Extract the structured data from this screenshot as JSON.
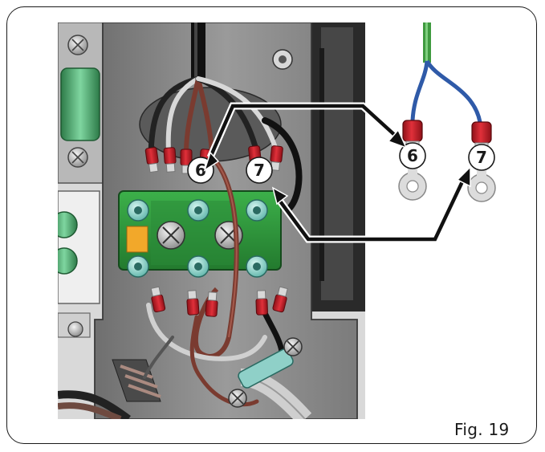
{
  "figure": {
    "label": "Fig. 19"
  },
  "callouts": {
    "terminal_left": "6",
    "terminal_right": "7",
    "wire_left": "6",
    "wire_right": "7"
  },
  "colors": {
    "terminal_block": "#2e9a3c",
    "ring_terminal": "#c8202a",
    "cable_brown": "#7a3b30",
    "cable_blue": "#2f5aa8",
    "cable_green": "#3f9a3f",
    "housing": "#8c8c8c",
    "arrow": "#111111"
  }
}
